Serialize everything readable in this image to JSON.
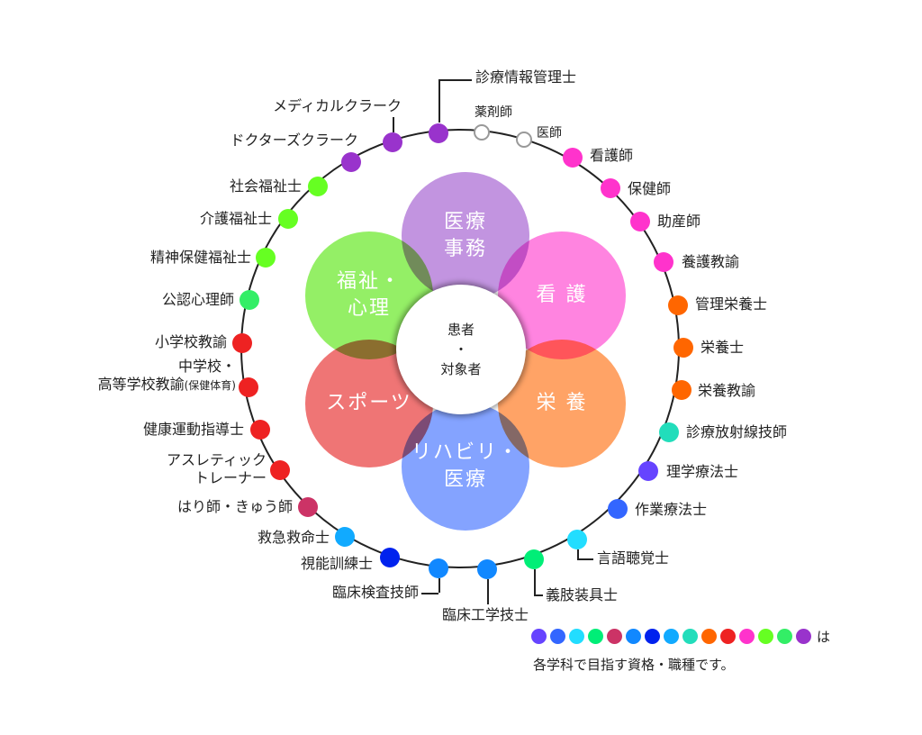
{
  "center": {
    "line1": "患者",
    "line2": "・",
    "line3": "対象者"
  },
  "petals": [
    {
      "id": "iryo-jimu",
      "lines": [
        "医療",
        "事務"
      ],
      "color": "#bb88dd"
    },
    {
      "id": "kango",
      "lines": [
        "看 護"
      ],
      "color": "#ff77dd"
    },
    {
      "id": "eiyo",
      "lines": [
        "栄 養"
      ],
      "color": "#ff9955"
    },
    {
      "id": "rehab",
      "lines": [
        "リハビリ・",
        "医療"
      ],
      "color": "#7799ff"
    },
    {
      "id": "sports",
      "lines": [
        "スポーツ"
      ],
      "color": "#ee6666"
    },
    {
      "id": "fukushi",
      "lines": [
        "福祉・",
        "心理"
      ],
      "color": "#88ee55"
    }
  ],
  "qualifications": [
    {
      "label": "診療情報管理士",
      "color": "#9933cc"
    },
    {
      "label": "薬剤師",
      "color": "hollow"
    },
    {
      "label": "医師",
      "color": "hollow"
    },
    {
      "label": "看護師",
      "color": "#ff33cc"
    },
    {
      "label": "保健師",
      "color": "#ff33cc"
    },
    {
      "label": "助産師",
      "color": "#ff33cc"
    },
    {
      "label": "養護教諭",
      "color": "#ff33cc"
    },
    {
      "label": "管理栄養士",
      "color": "#ff6600"
    },
    {
      "label": "栄養士",
      "color": "#ff6600"
    },
    {
      "label": "栄養教諭",
      "color": "#ff6600"
    },
    {
      "label": "診療放射線技師",
      "color": "#22ddbb"
    },
    {
      "label": "理学療法士",
      "color": "#6644ff"
    },
    {
      "label": "作業療法士",
      "color": "#3366ff"
    },
    {
      "label": "言語聴覚士",
      "color": "#22ddff"
    },
    {
      "label": "義肢装具士",
      "color": "#00ee77"
    },
    {
      "label": "臨床工学技士",
      "color": "#1188ff"
    },
    {
      "label": "臨床検査技師",
      "color": "#1188ff"
    },
    {
      "label": "視能訓練士",
      "color": "#0022ee"
    },
    {
      "label": "救急救命士",
      "color": "#11aaff"
    },
    {
      "label": "はり師・きゅう師",
      "color": "#cc3366"
    },
    {
      "label": "アスレティック",
      "label2": "トレーナー",
      "color": "#ee2222"
    },
    {
      "label": "健康運動指導士",
      "color": "#ee2222"
    },
    {
      "label": "中学校・",
      "label2": "高等学校教諭",
      "label2_sub": "(保健体育)",
      "color": "#ee2222"
    },
    {
      "label": "小学校教諭",
      "color": "#ee2222"
    },
    {
      "label": "公認心理師",
      "color": "#33ee66"
    },
    {
      "label": "精神保健福祉士",
      "color": "#66ff22"
    },
    {
      "label": "介護福祉士",
      "color": "#66ff22"
    },
    {
      "label": "社会福祉士",
      "color": "#66ff22"
    },
    {
      "label": "ドクターズクラーク",
      "color": "#9933cc"
    },
    {
      "label": "メディカルクラーク",
      "color": "#9933cc"
    }
  ],
  "legend": {
    "colors": [
      "#6644ff",
      "#3366ff",
      "#22ddff",
      "#00ee77",
      "#cc3366",
      "#1188ff",
      "#0022ee",
      "#11aaff",
      "#22ddbb",
      "#ff6600",
      "#ee2222",
      "#ff33cc",
      "#66ff22",
      "#33ee66",
      "#9933cc"
    ],
    "suffix": "は",
    "text": "各学科で目指す資格・職種です。"
  }
}
